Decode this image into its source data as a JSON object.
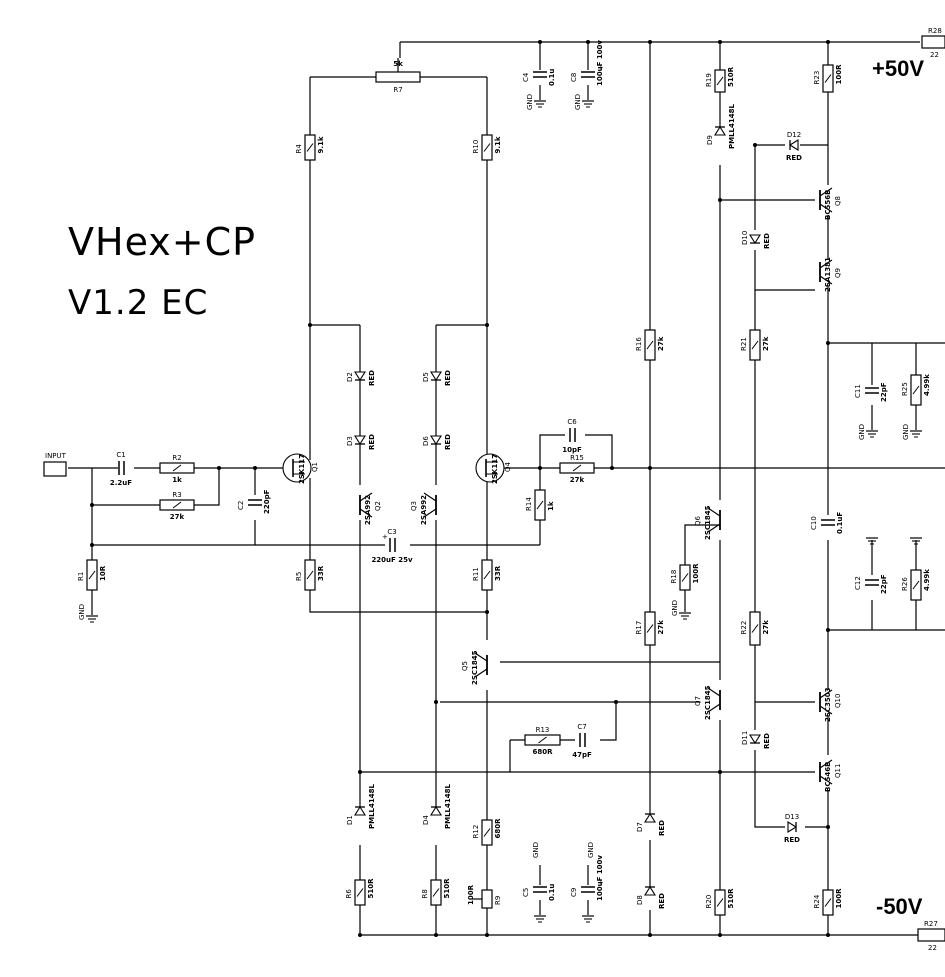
{
  "title": "VHex+CP",
  "version": "V1.2  EC",
  "rails": {
    "positive": "+50V",
    "negative": "-50V"
  },
  "input_label": "INPUT",
  "gnd": "GND",
  "components": {
    "R1": {
      "ref": "R1",
      "val": "10R"
    },
    "R2": {
      "ref": "R2",
      "val": "1k"
    },
    "R3": {
      "ref": "R3",
      "val": "27k"
    },
    "R4": {
      "ref": "R4",
      "val": "9.1k"
    },
    "R5": {
      "ref": "R5",
      "val": "33R"
    },
    "R6": {
      "ref": "R6",
      "val": "510R"
    },
    "R7": {
      "ref": "R7",
      "val": "5k"
    },
    "R8": {
      "ref": "R8",
      "val": "510R"
    },
    "R9": {
      "ref": "R9",
      "val": "100R"
    },
    "R10": {
      "ref": "R10",
      "val": "9.1k"
    },
    "R11": {
      "ref": "R11",
      "val": "33R"
    },
    "R12": {
      "ref": "R12",
      "val": "680R"
    },
    "R13": {
      "ref": "R13",
      "val": "680R"
    },
    "R14": {
      "ref": "R14",
      "val": "1k"
    },
    "R15": {
      "ref": "R15",
      "val": "27k"
    },
    "R16": {
      "ref": "R16",
      "val": "27k"
    },
    "R17": {
      "ref": "R17",
      "val": "27k"
    },
    "R18": {
      "ref": "R18",
      "val": "100R"
    },
    "R19": {
      "ref": "R19",
      "val": "510R"
    },
    "R20": {
      "ref": "R20",
      "val": "510R"
    },
    "R21": {
      "ref": "R21",
      "val": "27k"
    },
    "R22": {
      "ref": "R22",
      "val": "27k"
    },
    "R23": {
      "ref": "R23",
      "val": "100R"
    },
    "R24": {
      "ref": "R24",
      "val": "100R"
    },
    "R25": {
      "ref": "R25",
      "val": "4.99k"
    },
    "R26": {
      "ref": "R26",
      "val": "4.99k"
    },
    "R27": {
      "ref": "R27",
      "val": "22"
    },
    "R28": {
      "ref": "R28",
      "val": "22"
    },
    "C1": {
      "ref": "C1",
      "val": "2.2uF"
    },
    "C2": {
      "ref": "C2",
      "val": "220pF"
    },
    "C3": {
      "ref": "C3",
      "val": "220uF 25v"
    },
    "C4": {
      "ref": "C4",
      "val": "0.1u"
    },
    "C5": {
      "ref": "C5",
      "val": "0.1u"
    },
    "C6": {
      "ref": "C6",
      "val": "10pF"
    },
    "C7": {
      "ref": "C7",
      "val": "47pF"
    },
    "C8": {
      "ref": "C8",
      "val": "100uF 100v"
    },
    "C9": {
      "ref": "C9",
      "val": "100uF 100v"
    },
    "C10": {
      "ref": "C10",
      "val": "0.1uF"
    },
    "C11": {
      "ref": "C11",
      "val": "22pF"
    },
    "C12": {
      "ref": "C12",
      "val": "22pF"
    },
    "Q1": {
      "ref": "Q1",
      "val": "2SK117"
    },
    "Q2": {
      "ref": "Q2",
      "val": "2SA992"
    },
    "Q3": {
      "ref": "Q3",
      "val": "2SA992"
    },
    "Q4": {
      "ref": "Q4",
      "val": "2SK117"
    },
    "Q5": {
      "ref": "Q5",
      "val": "2SC1845"
    },
    "Q6": {
      "ref": "Q6",
      "val": "2SC1845"
    },
    "Q7": {
      "ref": "Q7",
      "val": "2SC1845"
    },
    "Q8": {
      "ref": "Q8",
      "val": "BC556B"
    },
    "Q9": {
      "ref": "Q9",
      "val": "2SA1381"
    },
    "Q10": {
      "ref": "Q10",
      "val": "2SC3503"
    },
    "Q11": {
      "ref": "Q11",
      "val": "BC546B"
    },
    "D1": {
      "ref": "D1",
      "val": "PMLL4148L"
    },
    "D2": {
      "ref": "D2",
      "val": "RED"
    },
    "D3": {
      "ref": "D3",
      "val": "RED"
    },
    "D4": {
      "ref": "D4",
      "val": "PMLL4148L"
    },
    "D5": {
      "ref": "D5",
      "val": "RED"
    },
    "D6": {
      "ref": "D6",
      "val": "RED"
    },
    "D7": {
      "ref": "D7",
      "val": "RED"
    },
    "D8": {
      "ref": "D8",
      "val": "RED"
    },
    "D9": {
      "ref": "D9",
      "val": "PMLL4148L"
    },
    "D10": {
      "ref": "D10",
      "val": "RED"
    },
    "D11": {
      "ref": "D11",
      "val": "RED"
    },
    "D12": {
      "ref": "D12",
      "val": "RED"
    },
    "D13": {
      "ref": "D13",
      "val": "RED"
    }
  }
}
